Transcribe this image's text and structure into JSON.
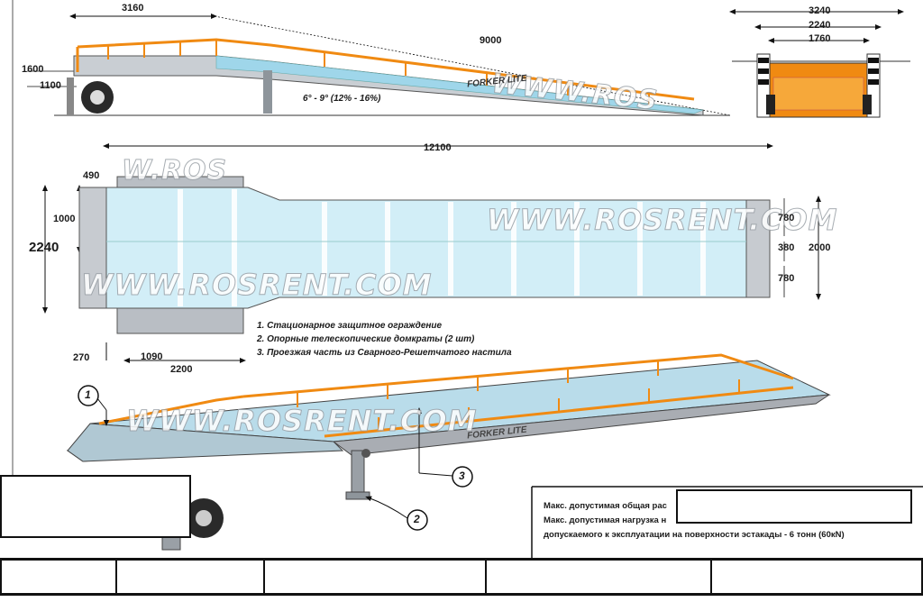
{
  "side_view": {
    "dims": {
      "len_a": "3160",
      "len_b": "9000",
      "h_a": "1600",
      "h_b": "1100"
    },
    "slope": "6° - 9° (12% - 16%)"
  },
  "end_view": {
    "dims": {
      "w1": "3240",
      "w2": "2240",
      "w3": "1760"
    }
  },
  "top_view": {
    "dims": {
      "total": "12100",
      "d490": "490",
      "d1000": "1000",
      "d2240": "2240",
      "d780a": "780",
      "d380": "380",
      "d780b": "780",
      "d2000": "2000",
      "d270": "270",
      "d1090": "1090",
      "d2200": "2200"
    }
  },
  "notes": [
    "1. Стационарное защитное ограждение",
    "2. Опорные телескопические домкраты (2 шт)",
    "3. Проезжая часть из Сварного-Решетчатого настила"
  ],
  "callouts": [
    "1",
    "2",
    "3"
  ],
  "brand": {
    "plate": "FORKER  LITE"
  },
  "watermarks": {
    "a": "W.ROS",
    "b": "WWW.ROSRENT.COM",
    "c": "WWW.ROSRENT.COM",
    "d": "WWW.ROSRENT.COM",
    "e": "WWW.ROS"
  },
  "info": {
    "line1": "Макс.  допустимая общая рас",
    "line2": "Макс.  допустимая  нагрузка н",
    "line3": "допускаемого к эксплуатации на поверхности эстакады - 6 тонн (60кN)"
  },
  "colors": {
    "orange": "#f08a12",
    "deck": "#bfe6f2",
    "metal": "#a9adb3",
    "line": "#1a1a1a"
  }
}
